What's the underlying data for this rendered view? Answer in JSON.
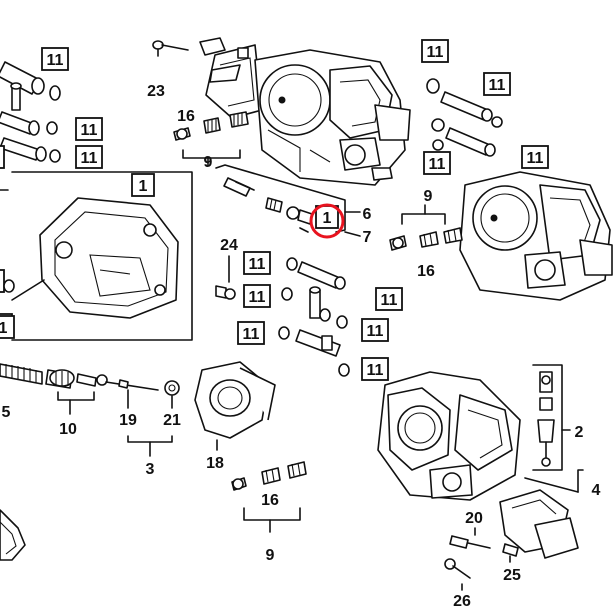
{
  "diagram": {
    "highlight_color": "#e8131f",
    "callouts": {
      "c11": "11",
      "c23": "23",
      "c16": "16",
      "c9": "9",
      "c1": "1",
      "c6": "6",
      "c7": "7",
      "c24": "24",
      "c10": "10",
      "c19": "19",
      "c21": "21",
      "c3": "3",
      "c18": "18",
      "c2": "2",
      "c4": "4",
      "c20": "20",
      "c25": "25",
      "c26": "26",
      "c5": "5"
    }
  }
}
